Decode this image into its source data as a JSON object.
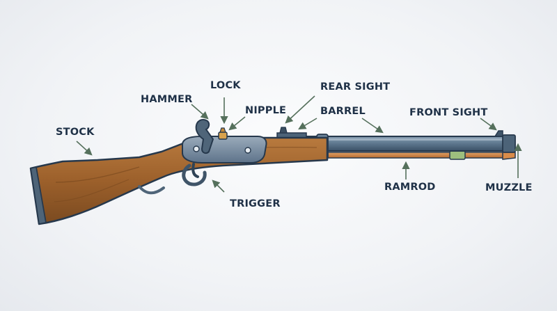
{
  "labels": {
    "stock": "STOCK",
    "hammer": "HAMMER",
    "lock": "LOCK",
    "nipple": "NIPPLE",
    "rear_sight": "REAR SIGHT",
    "barrel": "BARREL",
    "front_sight": "FRONT SIGHT",
    "trigger": "TRIGGER",
    "ramrod": "RAMROD",
    "muzzle": "MUZZLE"
  },
  "colors": {
    "wood": "#a0642e",
    "wood_dark": "#6a3f1c",
    "metal": "#5c7388",
    "metal_dark": "#34495e",
    "outline": "#26384c",
    "leader": "#55705c",
    "text": "#1f3147"
  }
}
